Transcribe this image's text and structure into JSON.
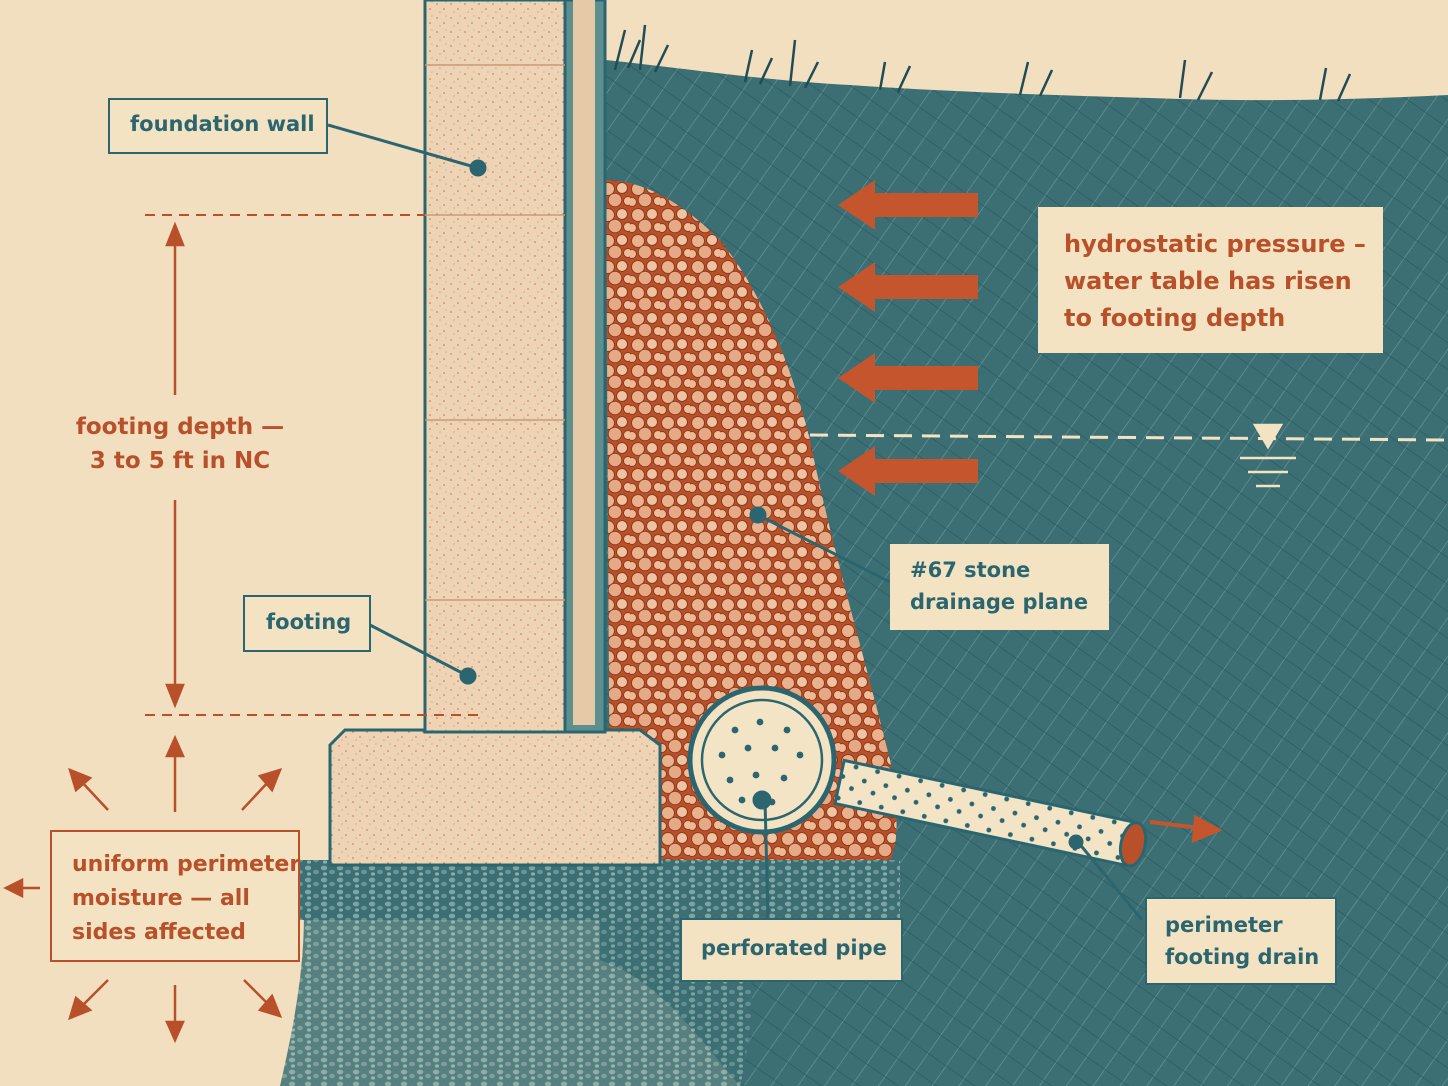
{
  "labels": {
    "foundation_wall": "foundation wall",
    "footing": "footing",
    "footing_depth": [
      "footing depth —",
      "3 to 5 ft in NC"
    ],
    "uniform_moisture": [
      "uniform perimeter",
      "moisture — all",
      "sides affected"
    ],
    "hydrostatic": [
      "hydrostatic pressure –",
      "water table has risen",
      "to footing depth"
    ],
    "stone": [
      "#67 stone",
      "drainage plane"
    ],
    "perforated_pipe": "perforated pipe",
    "perimeter_drain": [
      "perimeter",
      "footing drain"
    ]
  },
  "colors": {
    "background": "#f1dfbf",
    "teal": "#2b6670",
    "soil": "#3b6f74",
    "rust": "#b8502a",
    "concrete": "#eed4b4",
    "label_fill": "#f3e3c2"
  }
}
